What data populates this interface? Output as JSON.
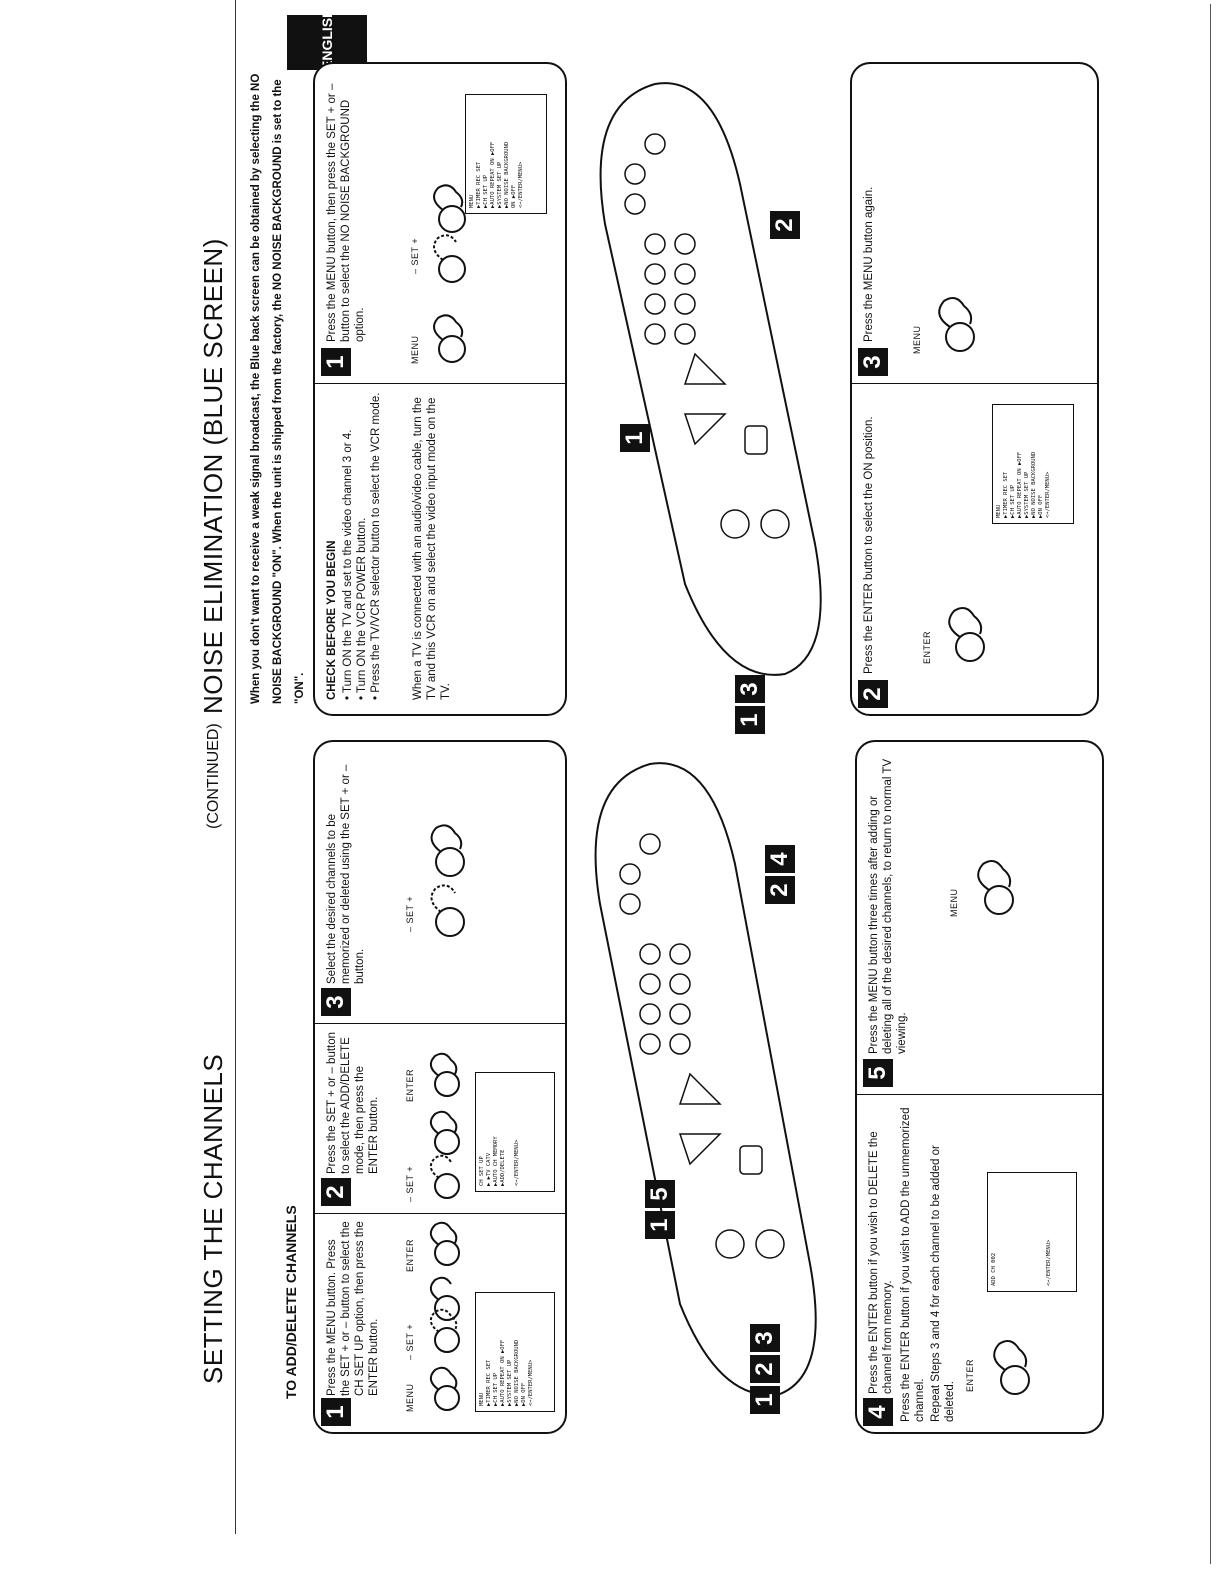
{
  "header": {
    "left_title": "SETTING THE CHANNELS",
    "continued": "(CONTINUED)",
    "right_title": "NOISE ELIMINATION (BLUE SCREEN)",
    "language_tab": "ENGLISH"
  },
  "add_delete": {
    "subtitle": "TO ADD/DELETE CHANNELS",
    "step1": {
      "num": "1",
      "text": "Press the MENU button. Press the SET + or – button to select the CH SET UP option, then press the ENTER button.",
      "labels": {
        "menu": "MENU",
        "set": "–   SET   +",
        "enter": "ENTER"
      },
      "screen": [
        "MENU",
        "▶TIMER REC SET",
        "▶CH SET UP",
        "▶AUTO REPEAT   ON  ▶OFF",
        "▶SYSTEM SET UP",
        "▶NO NOISE BACKGROUND",
        "          ▶ON   OFF",
        "",
        "<→/ENTER/MENU>"
      ]
    },
    "step2": {
      "num": "2",
      "text": "Press the SET + or – button to select the ADD/DELETE mode, then press the ENTER button.",
      "labels": {
        "set": "–   SET   +",
        "enter": "ENTER"
      },
      "screen": [
        "CH SET UP",
        "",
        "▶ ▶TV   CATV",
        "▶AUTO CH MEMORY",
        "▶ADD/DELETE",
        "",
        "<→/ENTER/MENU>"
      ]
    },
    "step3": {
      "num": "3",
      "text": "Select the desired channels to be memorized or deleted using the SET + or – button.",
      "labels": {
        "set": "–   SET   +"
      }
    },
    "step4": {
      "num": "4",
      "text_lines": [
        "Press the ENTER button if you wish to DELETE the channel from memory.",
        "Press the ENTER button if you wish to ADD the unmemorized channel.",
        "Repeat Steps 3 and 4 for each channel to be added or deleted."
      ],
      "labels": {
        "enter": "ENTER"
      },
      "screen": [
        "ADD                          CH 002",
        "",
        "",
        "<→/ENTER/MENU>"
      ]
    },
    "step5": {
      "num": "5",
      "text": "Press the MENU button three times after adding or deleting all of the desired channels, to return to normal TV viewing.",
      "labels": {
        "menu": "MENU"
      }
    },
    "callouts": [
      "1",
      "2",
      "3",
      "1",
      "5",
      "2",
      "4"
    ]
  },
  "noise": {
    "intro": "When you don't want to receive a weak signal broadcast, the Blue back screen can be obtained by selecting the NO NOISE BACKGROUND \"ON\". When the unit is shipped from the factory, the NO NOISE BACKGROUND is set to the \"ON\".",
    "check": {
      "title": "CHECK BEFORE YOU BEGIN",
      "bullets": [
        "• Turn ON the TV and set to the video channel 3 or 4.",
        "• Turn ON the VCR POWER button.",
        "• Press the TV/VCR selector button to select the VCR mode."
      ],
      "note": "When a TV is connected with an audio/video cable, turn the TV and this VCR on and select the video input mode on the TV."
    },
    "step1": {
      "num": "1",
      "text": "Press the MENU button, then press the SET + or – button to select the NO NOISE BACKGROUND option.",
      "labels": {
        "menu": "MENU",
        "set": "–   SET   +"
      },
      "screen": [
        "MENU",
        "▶TIMER REC SET",
        "▶CH SET UP",
        "▶AUTO REPEAT   ON  ▶OFF",
        "▶SYSTEM SET UP",
        "▶NO NOISE BACKGROUND",
        "          ON ▶OFF",
        "",
        "<→/ENTER/MENU>"
      ]
    },
    "step2": {
      "num": "2",
      "text": "Press the ENTER button to select the ON position.",
      "labels": {
        "enter": "ENTER"
      },
      "screen": [
        "MENU",
        "▶TIMER REC SET",
        "▶CH SET UP",
        "▶AUTO REPEAT   ON  ▶OFF",
        "▶SYSTEM SET UP",
        "▶NO NOISE BACKGROUND",
        "        ▶ON   OFF",
        "",
        "<→/ENTER/MENU>"
      ]
    },
    "step3": {
      "num": "3",
      "text": "Press the MENU button again.",
      "labels": {
        "menu": "MENU"
      }
    },
    "callouts": [
      "1",
      "3",
      "1",
      "2"
    ]
  }
}
